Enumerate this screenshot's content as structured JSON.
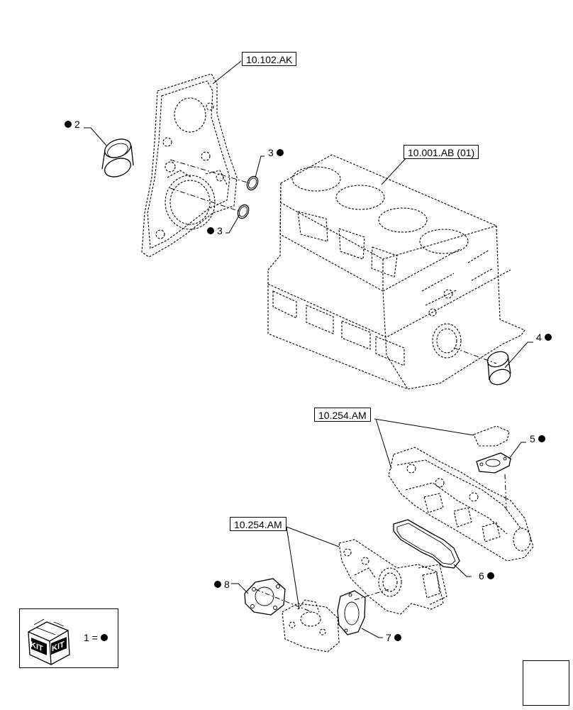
{
  "references": {
    "timing_cover": "10.102.AK",
    "engine_block": "10.001.AB (01)",
    "exhaust_manifold": "10.254.AM",
    "exhaust_elbow": "10.254.AM"
  },
  "callouts": {
    "c2": "2",
    "c3_upper": "3",
    "c3_lower": "3",
    "c4": "4",
    "c5": "5",
    "c6": "6",
    "c7": "7",
    "c8": "8"
  },
  "kit_legend": {
    "icon_text_left": "KIT",
    "icon_text_right": "KIT",
    "equals_text": "1 ="
  },
  "colors": {
    "line": "#000000",
    "background": "#ffffff",
    "dot": "#000000"
  }
}
